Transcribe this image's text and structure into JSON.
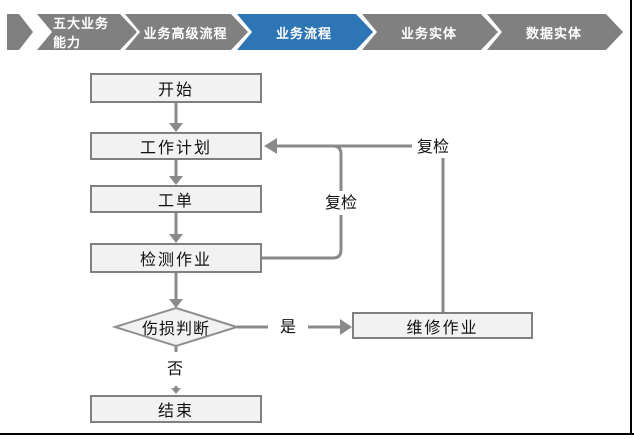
{
  "nav": {
    "steps": [
      {
        "label": "五大业务能力",
        "active": false
      },
      {
        "label": "业务高级流程",
        "active": false
      },
      {
        "label": "业务流程",
        "active": true
      },
      {
        "label": "业务实体",
        "active": false
      },
      {
        "label": "数据实体",
        "active": false
      }
    ]
  },
  "colors": {
    "step_inactive": "#808080",
    "step_active": "#2E75B6",
    "shape_fill": "#F2F2F2",
    "shape_border": "#808080",
    "connector": "#8A8A8A"
  },
  "flowchart": {
    "nodes": {
      "start": "开始",
      "plan": "工作计划",
      "order": "工单",
      "inspect": "检测作业",
      "decision": "伤损判断",
      "repair": "维修作业",
      "end": "结束"
    },
    "edge_labels": {
      "recheck_outer": "复检",
      "recheck_inner": "复检",
      "yes": "是",
      "no": "否"
    }
  }
}
